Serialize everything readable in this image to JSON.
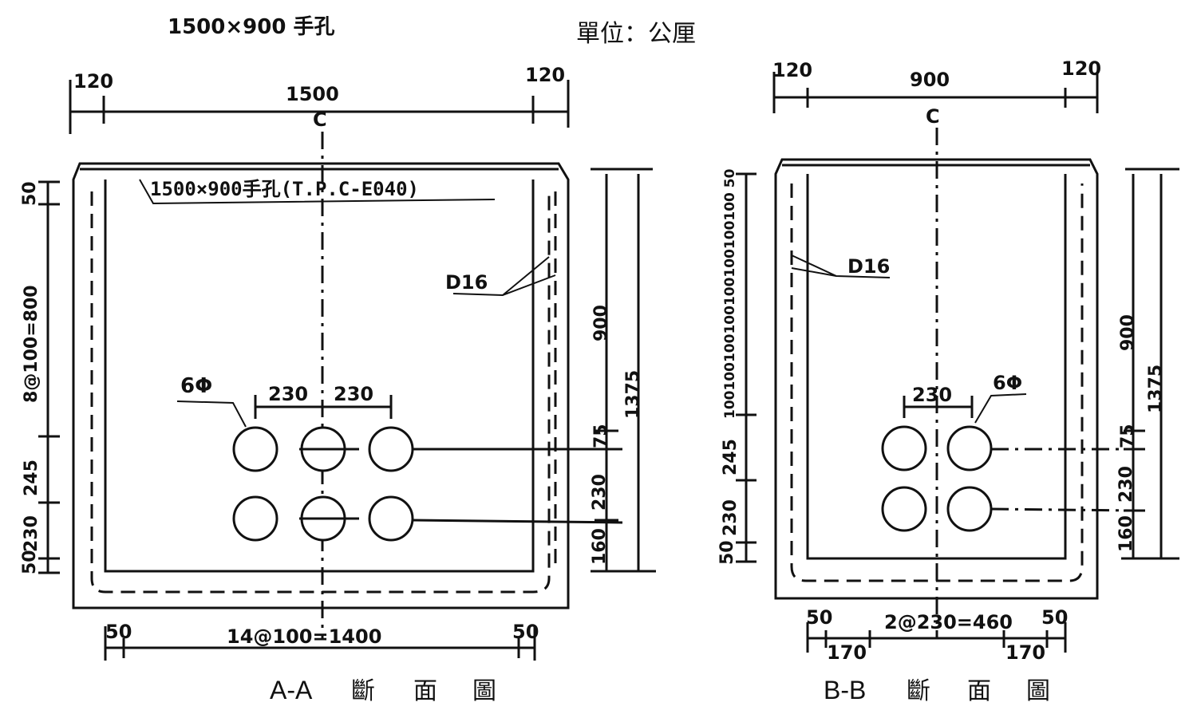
{
  "header": {
    "title": "1500×900 手孔",
    "unit": "單位：公厘"
  },
  "section_aa": {
    "caption_id": "A-A",
    "caption_chars": [
      "斷",
      "面",
      "圖"
    ],
    "top_dims": {
      "left": "120",
      "center": "1500",
      "right": "120"
    },
    "centerline": "C",
    "label_note": "1500×900手孔(T.P.C-E040)",
    "rebar": "D16",
    "hole_label": "6Φ",
    "hole_spacing": [
      "230",
      "230"
    ],
    "left_dims": [
      "50",
      "8@100=800",
      "245",
      "230",
      "50"
    ],
    "right_dims": {
      "inner": [
        "900",
        "75",
        "230",
        "160"
      ],
      "outer": "1375"
    },
    "bottom_dims": {
      "left": "50",
      "center": "14@100=1400",
      "right": "50"
    }
  },
  "section_bb": {
    "caption_id": "B-B",
    "caption_chars": [
      "斷",
      "面",
      "圖"
    ],
    "top_dims": {
      "left": "120",
      "center": "900",
      "right": "120"
    },
    "centerline": "C",
    "rebar": "D16",
    "hole_label": "6Φ",
    "hole_spacing": [
      "230"
    ],
    "left_dims": [
      "100100100100100100100100 50",
      "245",
      "230",
      "50"
    ],
    "right_dims": {
      "inner": [
        "900",
        "75",
        "230",
        "160"
      ],
      "outer": "1375"
    },
    "bottom_dims": {
      "left": "50",
      "center": "2@230=460",
      "right": "50",
      "sub_left": "170",
      "sub_right": "170"
    }
  }
}
